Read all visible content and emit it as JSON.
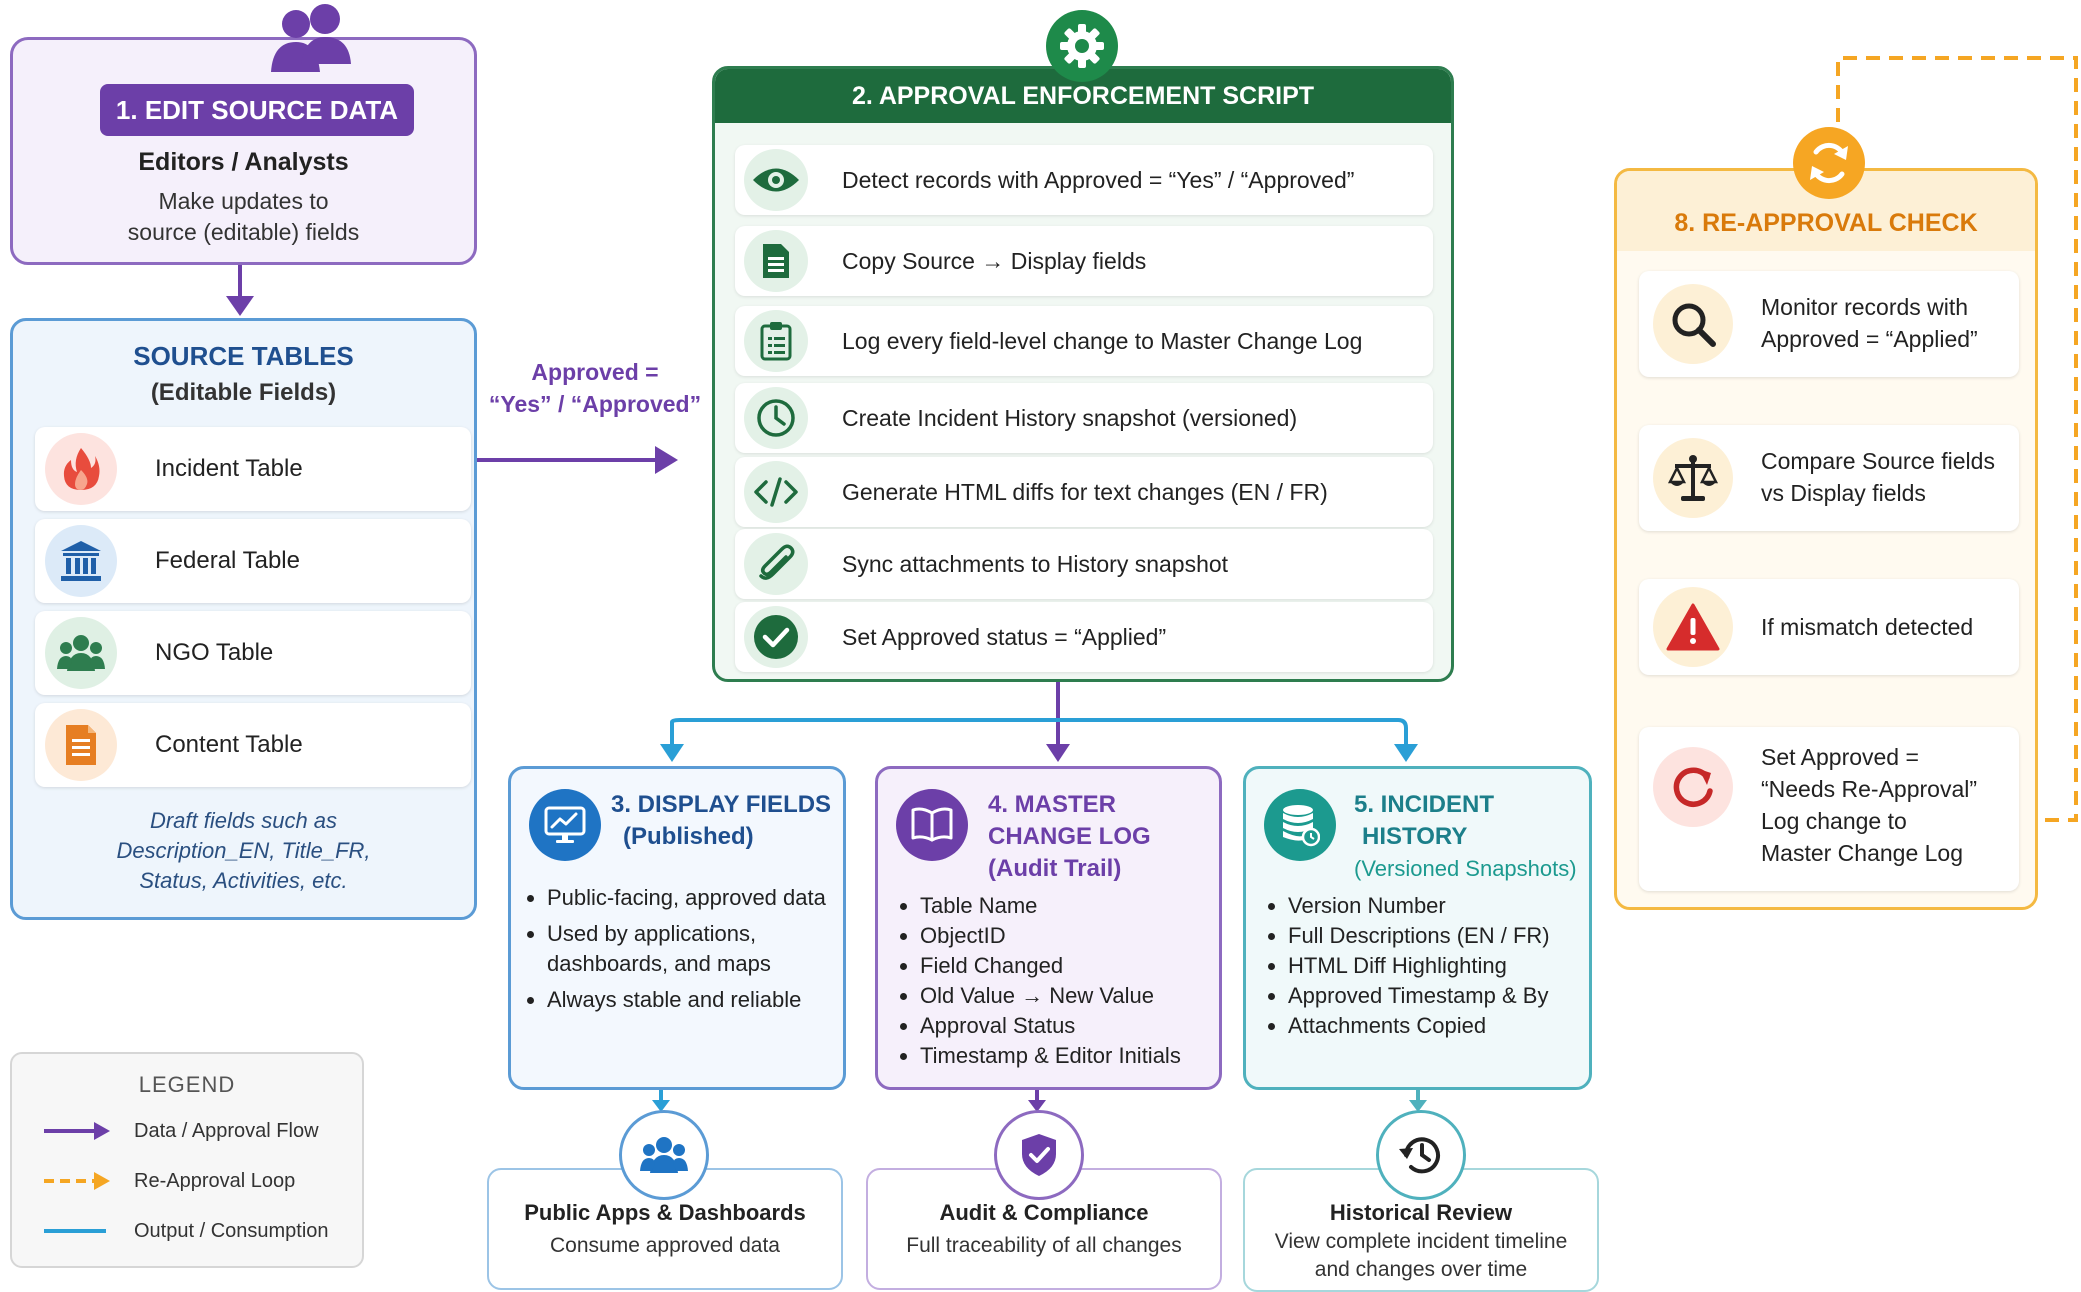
{
  "step1": {
    "title": "1. EDIT SOURCE DATA",
    "subtitle": "Editors / Analysts",
    "desc_line1": "Make updates to",
    "desc_line2": "source (editable) fields"
  },
  "source": {
    "title": "SOURCE TABLES",
    "subtitle": "(Editable Fields)",
    "tables": [
      {
        "label": "Incident Table",
        "icon": "fire-icon",
        "color": "#e84c3d"
      },
      {
        "label": "Federal Table",
        "icon": "bank-icon",
        "color": "#1f5fa8"
      },
      {
        "label": "NGO Table",
        "icon": "people-icon",
        "color": "#2e7d4f"
      },
      {
        "label": "Content Table",
        "icon": "document-icon",
        "color": "#e67e22"
      }
    ],
    "note_line1": "Draft fields such as",
    "note_line2": "Description_EN, Title_FR,",
    "note_line3": "Status, Activities, etc."
  },
  "flow_label": {
    "line1": "Approved =",
    "line2": "“Yes” / “Approved”"
  },
  "step2": {
    "title": "2. APPROVAL ENFORCEMENT SCRIPT",
    "steps": [
      {
        "label": "Detect records with Approved = “Yes” / “Approved”",
        "icon": "eye-icon"
      },
      {
        "label": "Copy Source → Display fields",
        "icon": "document-icon"
      },
      {
        "label": "Log every field-level change to Master Change Log",
        "icon": "clipboard-icon"
      },
      {
        "label": "Create Incident History snapshot (versioned)",
        "icon": "clock-icon"
      },
      {
        "label": "Generate HTML diffs for text changes (EN / FR)",
        "icon": "code-icon"
      },
      {
        "label": "Sync attachments to History snapshot",
        "icon": "paperclip-icon"
      },
      {
        "label": "Set Approved status = “Applied”",
        "icon": "check-icon"
      }
    ]
  },
  "step8": {
    "title": "8. RE-APPROVAL CHECK",
    "steps": [
      {
        "line1": "Monitor records with",
        "line2": "Approved = “Applied”",
        "icon": "search-icon"
      },
      {
        "line1": "Compare Source fields",
        "line2": "vs Display fields",
        "icon": "scale-icon"
      },
      {
        "line1": "If mismatch detected",
        "icon": "warning-icon"
      },
      {
        "line1": "Set Approved =",
        "line2": "“Needs Re-Approval”",
        "line3": "Log change to",
        "line4": "Master Change Log",
        "icon": "refresh-icon"
      }
    ]
  },
  "card3": {
    "title_line1": "3. DISPLAY FIELDS",
    "title_line2": "(Published)",
    "items": [
      "Public-facing, approved data",
      "Used by applications,",
      "dashboards, and maps",
      "Always stable and reliable"
    ]
  },
  "card4": {
    "title_line1": "4. MASTER",
    "title_line2": "CHANGE LOG",
    "title_line3": "(Audit Trail)",
    "items": [
      "Table Name",
      "ObjectID",
      "Field Changed",
      "Old Value → New Value",
      "Approval Status",
      "Timestamp & Editor Initials"
    ]
  },
  "card5": {
    "title_line1": "5. INCIDENT",
    "title_line2": "HISTORY",
    "title_line3": "(Versioned Snapshots)",
    "items": [
      "Version Number",
      "Full Descriptions (EN / FR)",
      "HTML Diff Highlighting",
      "Approved Timestamp & By",
      "Attachments Copied"
    ]
  },
  "outputs": [
    {
      "title": "Public Apps & Dashboards",
      "desc_line1": "Consume approved data"
    },
    {
      "title": "Audit & Compliance",
      "desc_line1": "Full traceability of all changes"
    },
    {
      "title": "Historical Review",
      "desc_line1": "View complete incident timeline",
      "desc_line2": "and changes over time"
    }
  ],
  "legend": {
    "title": "LEGEND",
    "items": [
      {
        "label": "Data / Approval Flow",
        "color": "#6c3fa8"
      },
      {
        "label": "Re-Approval Loop",
        "color": "#f5a623"
      },
      {
        "label": "Output / Consumption",
        "color": "#2a9fd6"
      }
    ]
  },
  "colors": {
    "purple": "#6c3fa8",
    "green": "#1e6b3d",
    "orange": "#f5a623",
    "blue": "#2a9fd6",
    "teal": "#4fb1bd"
  }
}
